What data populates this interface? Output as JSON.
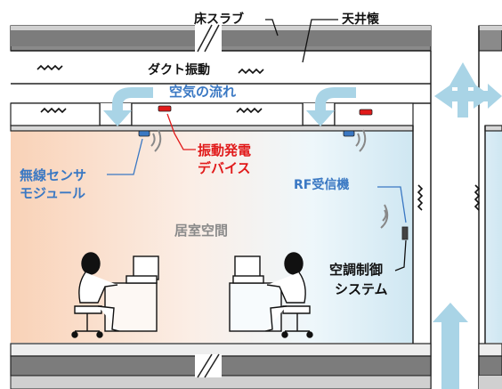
{
  "labels": {
    "floor_slab": "床スラブ",
    "ceiling_space": "天井懐",
    "duct_vibration": "ダクト振動",
    "air_flow": "空気の流れ",
    "vibration_power_device_line1": "振動発電",
    "vibration_power_device_line2": "デバイス",
    "wireless_sensor_line1": "無線センサ",
    "wireless_sensor_line2": "モジュール",
    "rf_receiver": "RF受信機",
    "living_space": "居室空間",
    "hvac_control_line1": "空調制御",
    "hvac_control_line2": "システム"
  },
  "colors": {
    "slab": "#888888",
    "duct_fill": "#ffffff",
    "airflow_arrow": "#a9d4e6",
    "air_label": "#3a78c3",
    "device_red": "#e11a1a",
    "sensor_blue": "#3a78c3",
    "room_warm": "#f9d2b7",
    "room_cool": "#cfe7f2"
  },
  "icons": [
    "airflow-arrow-icon",
    "vibration-zigzag-icon",
    "wireless-signal-icon",
    "office-worker-icon"
  ]
}
